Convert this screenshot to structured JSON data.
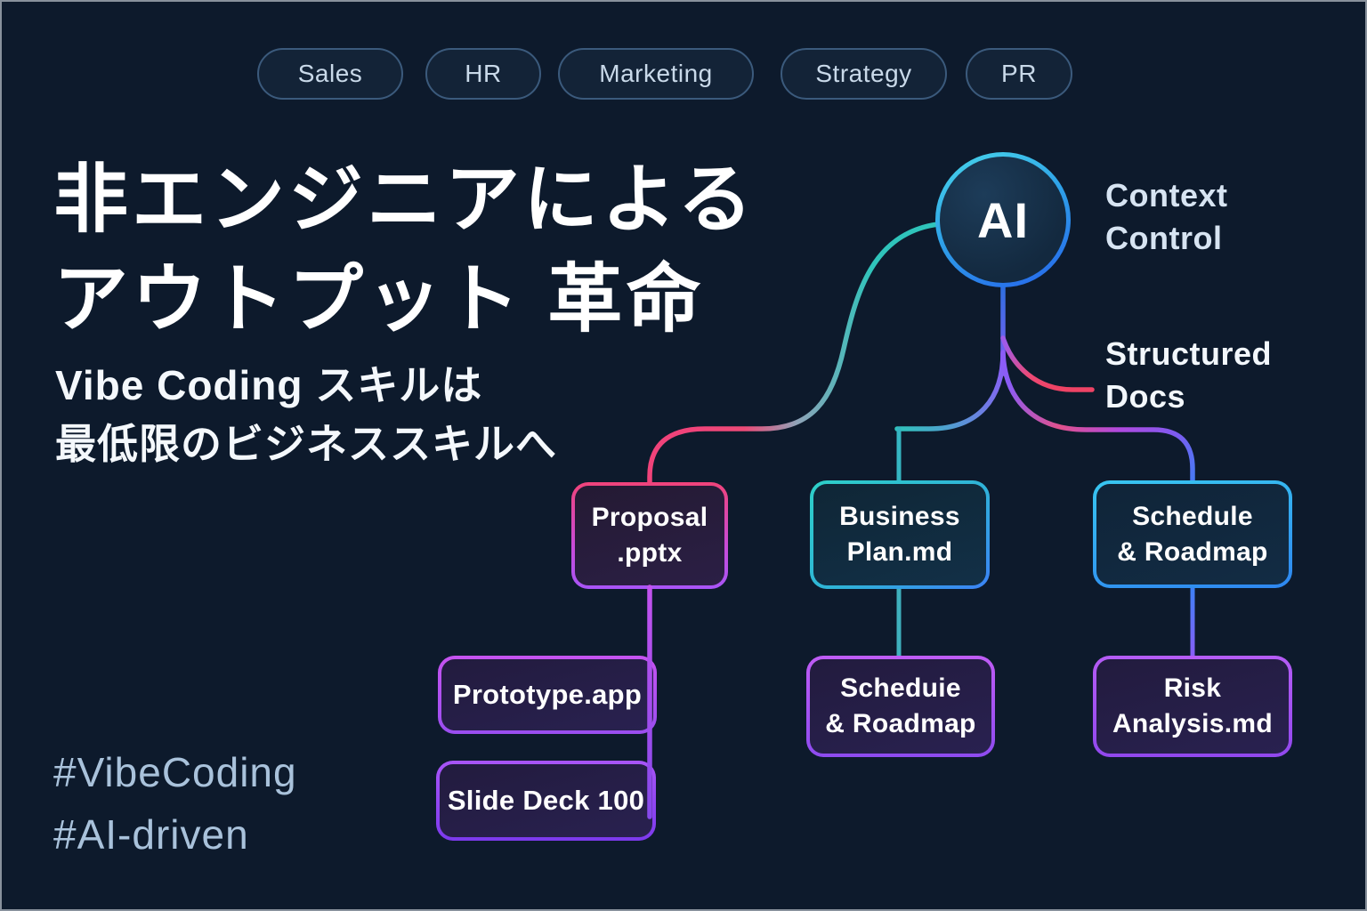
{
  "colors": {
    "background": "#0d1a2c",
    "teal": "#2fc4bb",
    "cyan": "#38c6f0",
    "blue": "#2e6fe0",
    "purple": "#9b5cf6",
    "pink": "#ec4a77"
  },
  "tags": {
    "items": [
      "Sales",
      "HR",
      "Marketing",
      "Strategy",
      "PR"
    ]
  },
  "title": {
    "line1": "非エンジニアによる",
    "line2": "アウトプット 革命"
  },
  "subtitle": {
    "line1": "Vibe Coding スキルは",
    "line2": "最低限のビジネススキルへ"
  },
  "hashtags": {
    "line1": "#VibeCoding",
    "line2": "#AI-driven"
  },
  "diagram": {
    "root_label": "AI",
    "annotations": {
      "context_control": {
        "line1": "Context",
        "line2": "Control"
      },
      "structured_docs": {
        "line1": "Structured",
        "line2": "Docs"
      }
    },
    "nodes": {
      "proposal": {
        "line1": "Proposal",
        "line2": ".pptx"
      },
      "business_plan": {
        "line1": "Business",
        "line2": "Plan.md"
      },
      "schedule_roadmap": {
        "line1": "Schedule",
        "line2": "& Roadmap"
      },
      "prototype": {
        "label": "Prototype.app"
      },
      "scheduie_roadmap": {
        "line1": "Scheduie",
        "line2": "& Roadmap"
      },
      "risk_analysis": {
        "line1": "Risk",
        "line2": "Analysis.md"
      },
      "slide_deck": {
        "label": "Slide Deck 100"
      }
    }
  }
}
